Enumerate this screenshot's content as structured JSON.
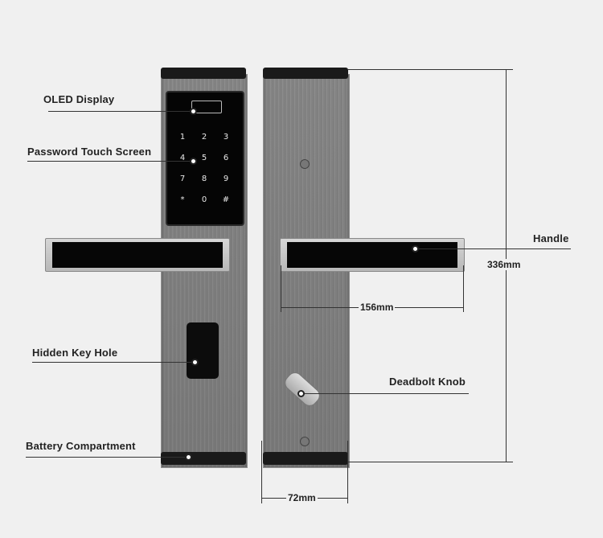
{
  "labels": {
    "oled_display": "OLED Display",
    "password_touch_screen": "Password Touch Screen",
    "hidden_key_hole": "Hidden Key Hole",
    "battery_compartment": "Battery Compartment",
    "handle": "Handle",
    "deadbolt_knob": "Deadbolt Knob"
  },
  "dimensions": {
    "height": "336mm",
    "handle_length": "156mm",
    "width": "72mm"
  },
  "keypad": [
    "1",
    "2",
    "3",
    "4",
    "5",
    "6",
    "7",
    "8",
    "9",
    "*",
    "0",
    "#"
  ]
}
